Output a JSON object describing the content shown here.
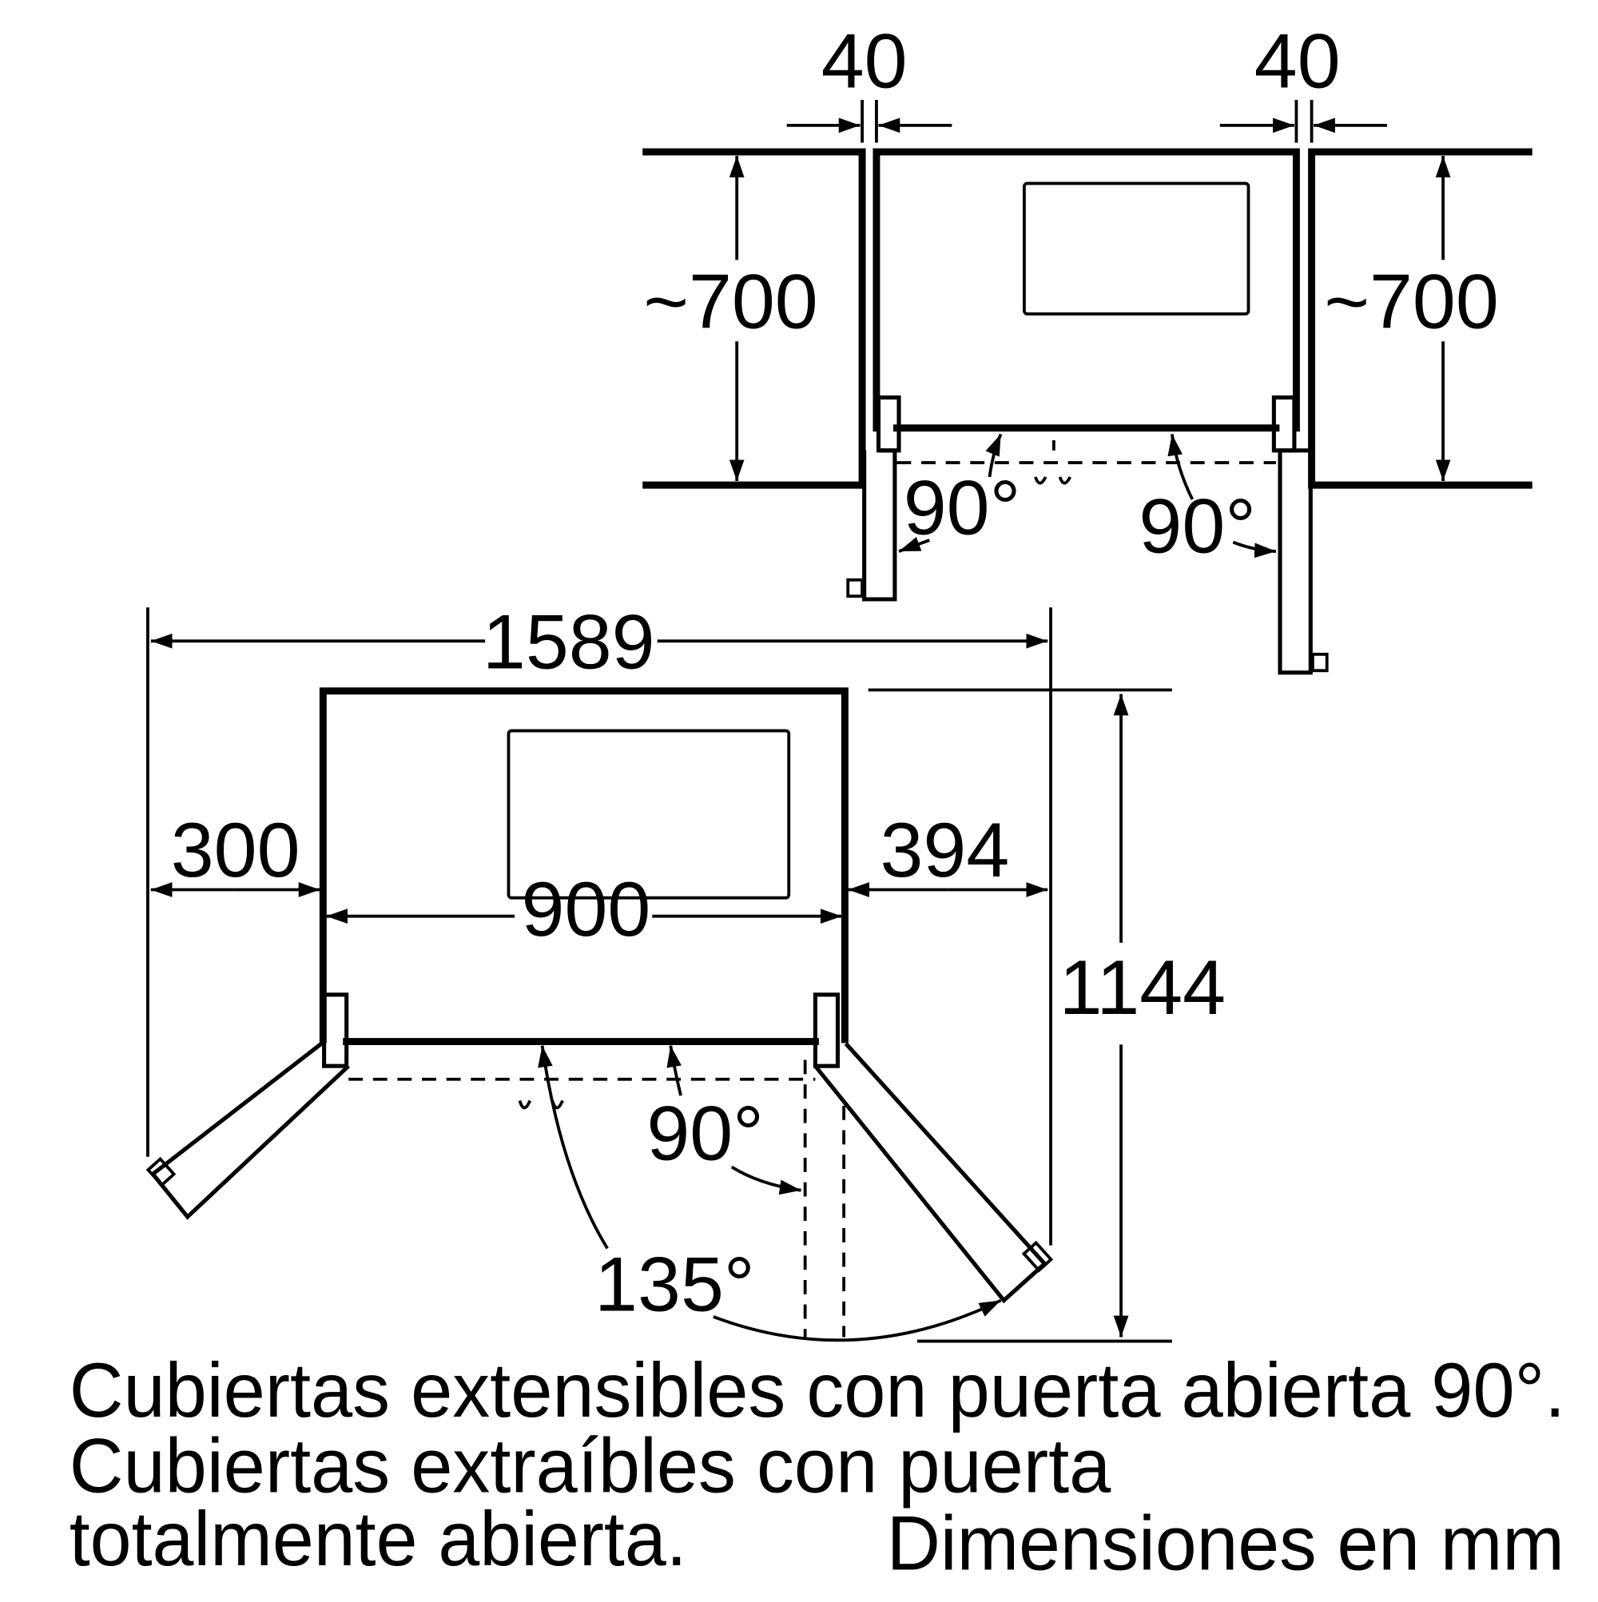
{
  "top_view": {
    "gap_left_label": "40",
    "gap_right_label": "40",
    "depth_left_label": "~700",
    "depth_right_label": "~700",
    "door_left_angle_label": "90°",
    "door_right_angle_label": "90°"
  },
  "bottom_view": {
    "total_width_label": "1589",
    "left_clearance_label": "300",
    "appliance_width_label": "900",
    "right_clearance_label": "394",
    "total_depth_label": "1144",
    "door_open_90_label": "90°",
    "door_open_135_label": "135°"
  },
  "caption": {
    "line1": "Cubiertas extensibles con puerta abierta 90°.",
    "line2": "Cubiertas extraíbles con puerta",
    "line3": "totalmente abierta.",
    "units": "Dimensiones en mm"
  },
  "colors": {
    "line": "#000000",
    "background": "#ffffff"
  }
}
